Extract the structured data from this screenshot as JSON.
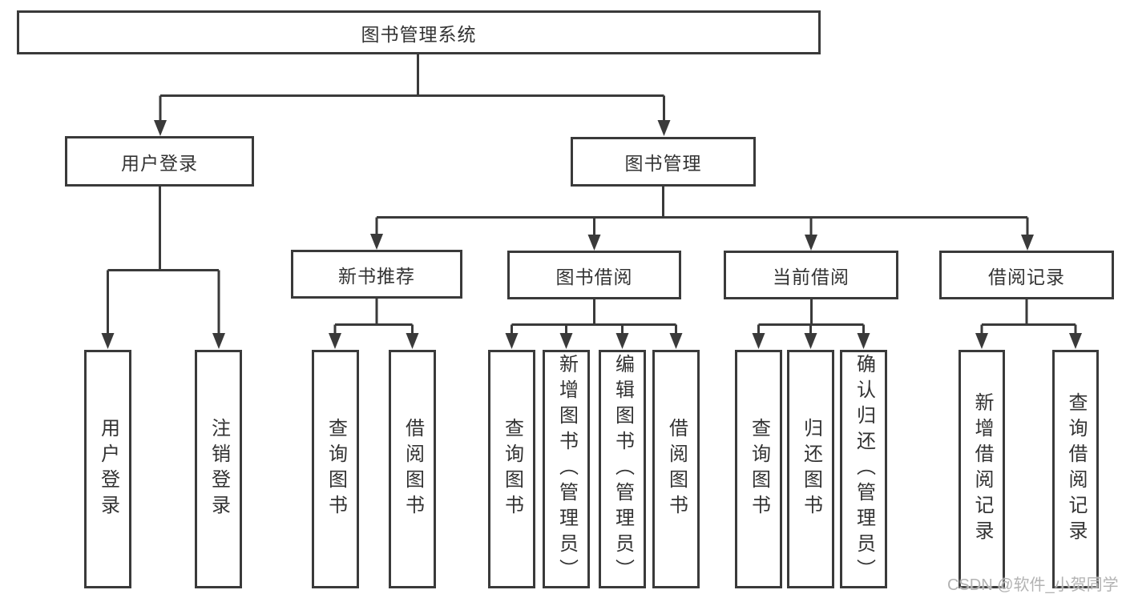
{
  "diagram": {
    "root": {
      "label": "图书管理系统"
    },
    "branches": [
      {
        "label": "用户登录",
        "children": [
          {
            "label": "用户登录"
          },
          {
            "label": "注销登录"
          }
        ]
      },
      {
        "label": "图书管理",
        "children": [
          {
            "label": "新书推荐",
            "children": [
              {
                "label": "查询图书"
              },
              {
                "label": "借阅图书"
              }
            ]
          },
          {
            "label": "图书借阅",
            "children": [
              {
                "label": "查询图书"
              },
              {
                "label": "新增图书（管理员）"
              },
              {
                "label": "编辑图书（管理员）"
              },
              {
                "label": "借阅图书"
              }
            ]
          },
          {
            "label": "当前借阅",
            "children": [
              {
                "label": "查询图书"
              },
              {
                "label": "归还图书"
              },
              {
                "label": "确认归还（管理员）"
              }
            ]
          },
          {
            "label": "借阅记录",
            "children": [
              {
                "label": "新增借阅记录"
              },
              {
                "label": "查询借阅记录"
              }
            ]
          }
        ]
      }
    ]
  },
  "watermark": "CSDN @软件_小贺同学",
  "colors": {
    "line": "#3a3a3a",
    "box_border": "#3a3a3a",
    "text": "#333333",
    "watermark": "#b3b3b3",
    "background": "#ffffff"
  }
}
